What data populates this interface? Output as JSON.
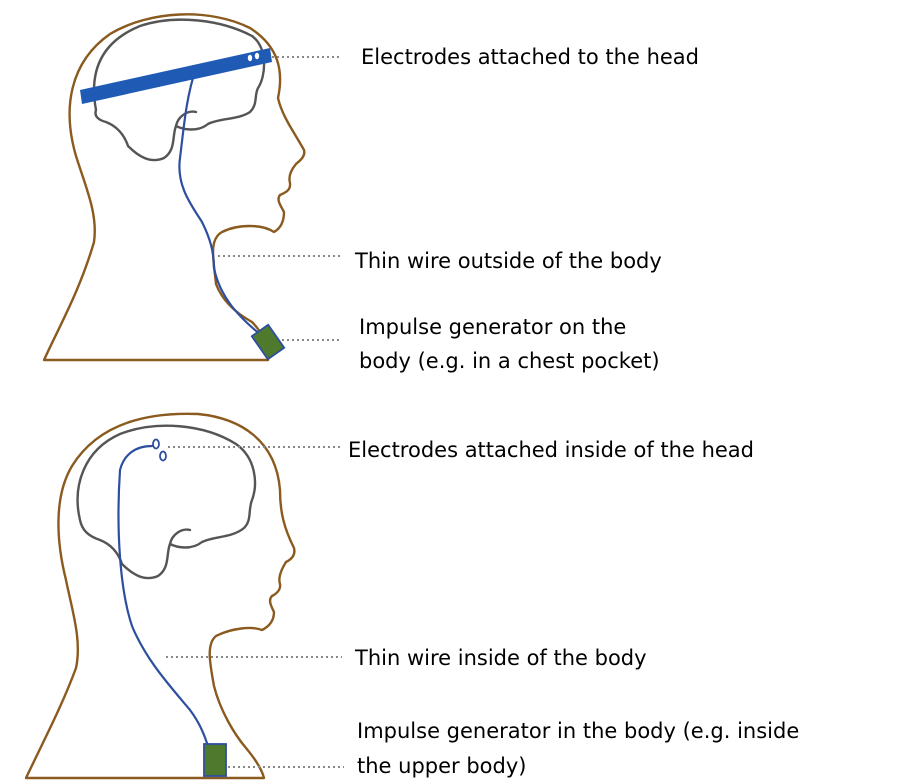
{
  "labels": {
    "top_electrodes": "Electrodes attached to the head",
    "top_wire": "Thin wire outside of the body",
    "top_generator_line1": "Impulse generator on the",
    "top_generator_line2": "body (e.g. in a chest pocket)",
    "bottom_electrodes": "Electrodes attached inside of the head",
    "bottom_wire": "Thin wire inside of the body",
    "bottom_generator_line1": "Impulse generator in the body (e.g. inside",
    "bottom_generator_line2": "the upper body)"
  },
  "colors": {
    "outline": "#8a5a1f",
    "brain": "#555555",
    "wire": "#2e4fa0",
    "headband": "#1f5bb5",
    "generator": "#4f7a2d",
    "leader": "#888888"
  }
}
